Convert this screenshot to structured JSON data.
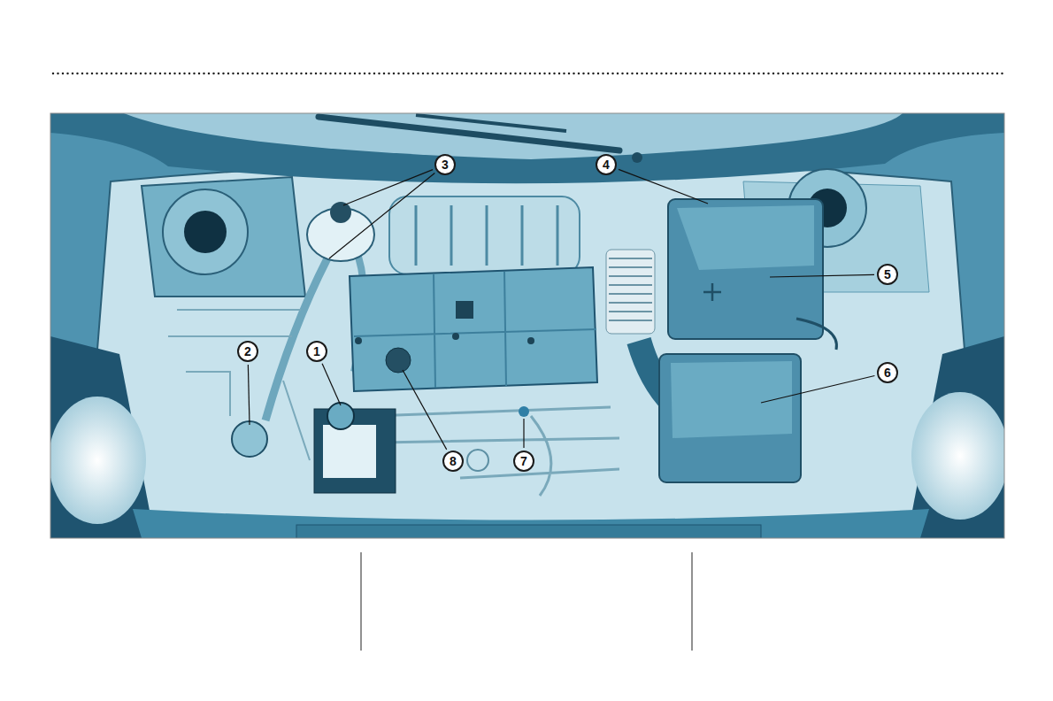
{
  "diagram": {
    "labels": [
      "3",
      "4",
      "5",
      "2",
      "1",
      "6",
      "8",
      "7"
    ]
  }
}
